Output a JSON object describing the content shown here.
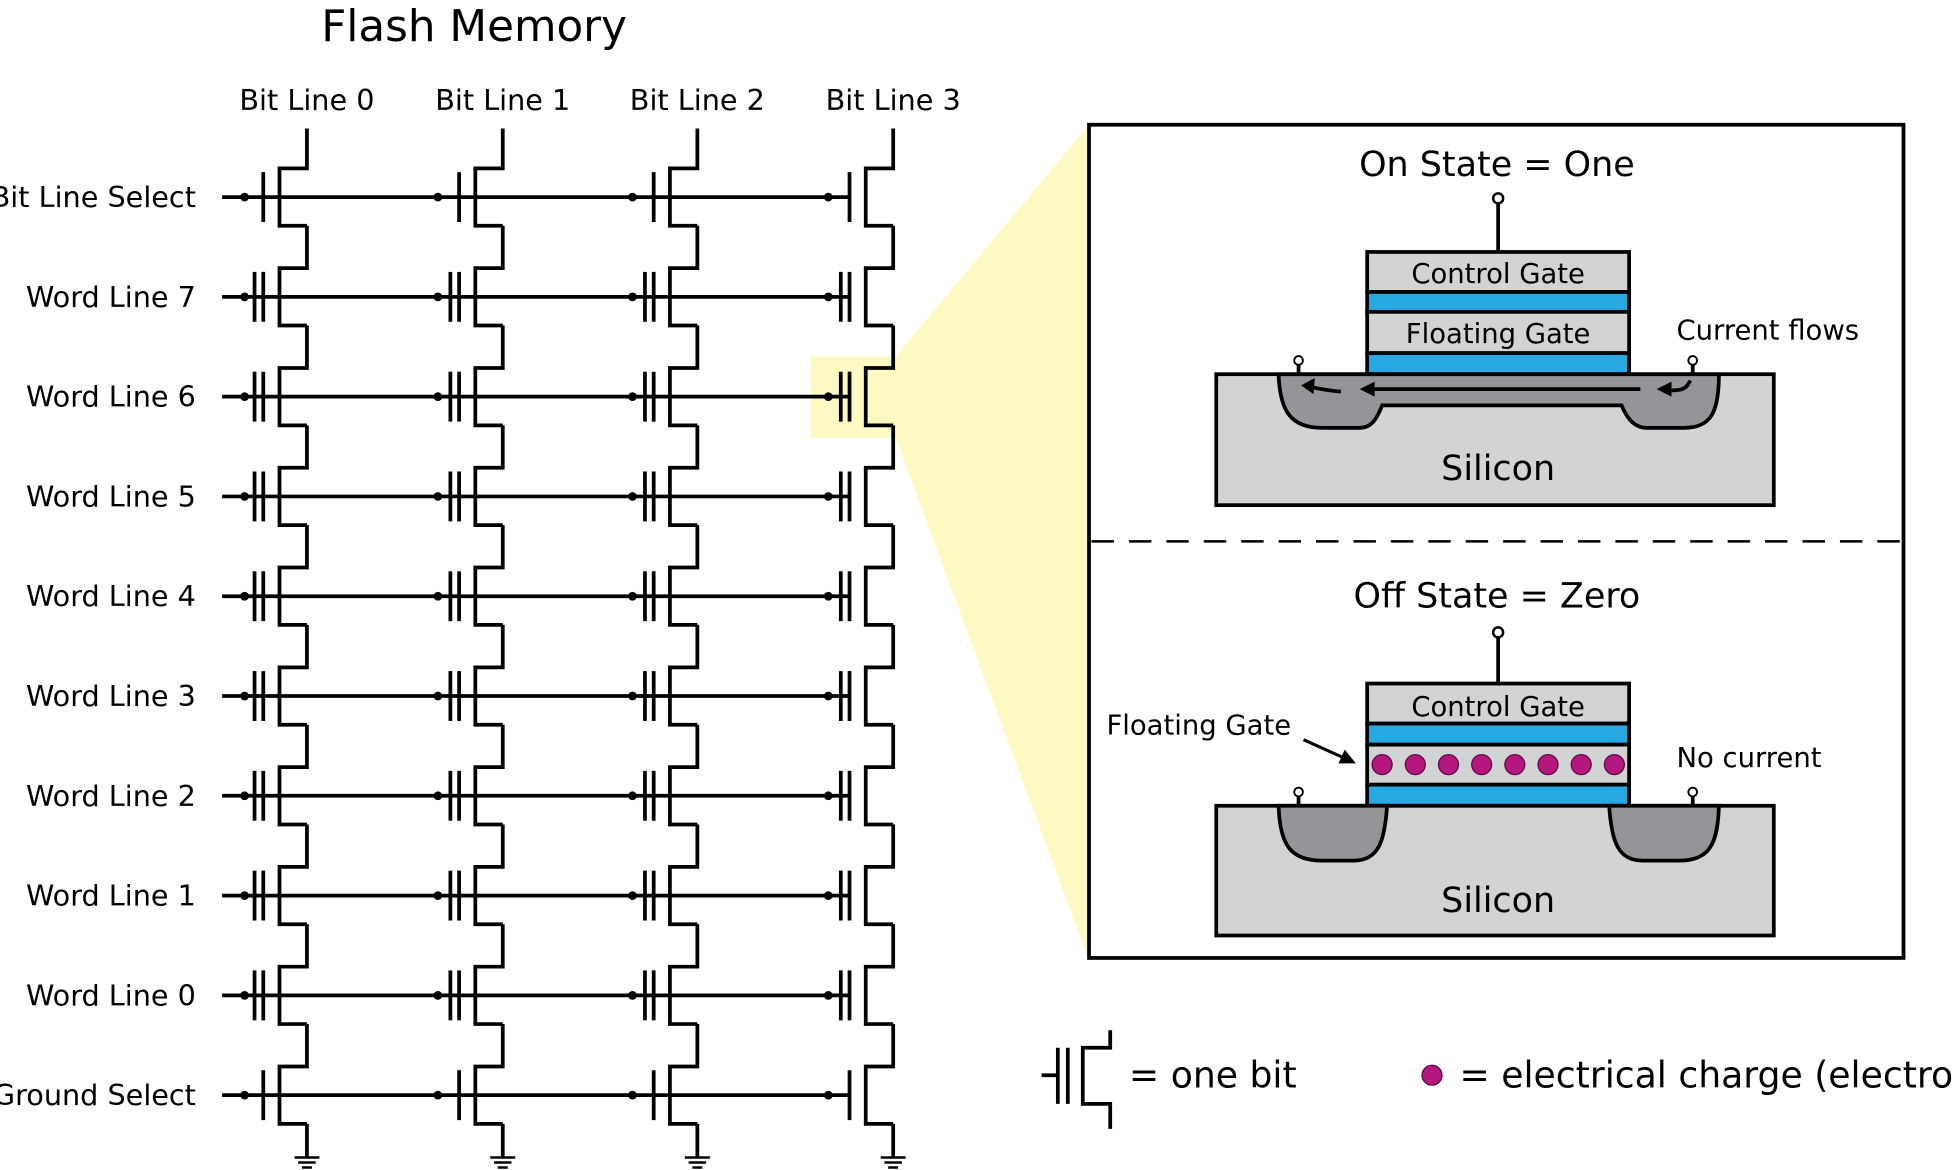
{
  "title": "Flash Memory",
  "bit_lines": [
    "Bit Line 0",
    "Bit Line 1",
    "Bit Line 2",
    "Bit Line 3"
  ],
  "rows": [
    {
      "label": "Bit Line Select",
      "type": "select"
    },
    {
      "label": "Word Line 7",
      "type": "word"
    },
    {
      "label": "Word Line 6",
      "type": "word"
    },
    {
      "label": "Word Line 5",
      "type": "word"
    },
    {
      "label": "Word Line 4",
      "type": "word"
    },
    {
      "label": "Word Line 3",
      "type": "word"
    },
    {
      "label": "Word Line 2",
      "type": "word"
    },
    {
      "label": "Word Line 1",
      "type": "word"
    },
    {
      "label": "Word Line 0",
      "type": "word"
    },
    {
      "label": "Ground Select",
      "type": "select"
    }
  ],
  "detail": {
    "on_state": {
      "title": "On State = One",
      "control_gate": "Control Gate",
      "floating_gate": "Floating Gate",
      "substrate": "Silicon",
      "note": "Current flows"
    },
    "off_state": {
      "title": "Off State = Zero",
      "control_gate": "Control Gate",
      "floating_gate_callout": "Floating Gate",
      "substrate": "Silicon",
      "note": "No current",
      "electron_count": 8
    }
  },
  "legend": {
    "bit": "= one bit",
    "electron": "= electrical charge (electron)"
  },
  "colors": {
    "highlight": "#fdf9c3",
    "oxide": "#27aae1",
    "gate_gray": "#d1d3d4",
    "well_gray": "#939598",
    "electron": "#b5177f"
  }
}
